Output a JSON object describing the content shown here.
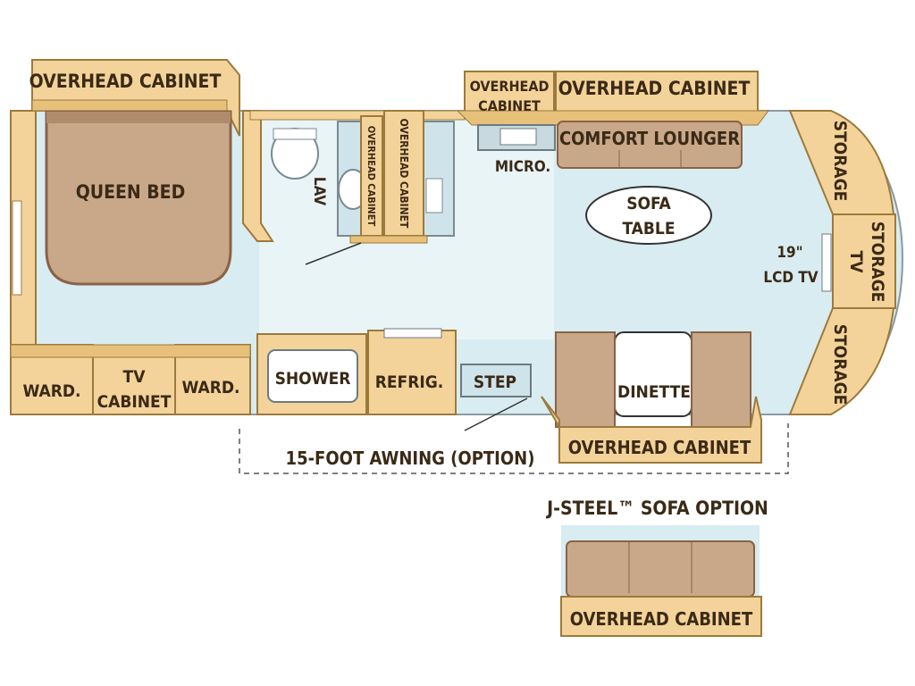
{
  "labels": {
    "overhead_cabinet_rear": "OVERHEAD CABINET",
    "queen_bed": "QUEEN BED",
    "lav": "LAV",
    "overhead_cabinet_bath_1": "OVERHEAD CABINET",
    "overhead_cabinet_bath_2": "OVERHEAD CABINET",
    "overhead_cabinet_small_1": "OVERHEAD",
    "overhead_cabinet_small_2": "CABINET",
    "overhead_cabinet_front": "OVERHEAD CABINET",
    "micro": "MICRO.",
    "comfort_lounger": "COMFORT LOUNGER",
    "sofa_table_1": "SOFA",
    "sofa_table_2": "TABLE",
    "storage_top": "STORAGE",
    "storage_tv_1": "STORAGE",
    "storage_tv_2": "TV",
    "storage_bottom": "STORAGE",
    "lcd_tv_1": "19\"",
    "lcd_tv_2": "LCD TV",
    "ward_left": "WARD.",
    "tv_cabinet_1": "TV",
    "tv_cabinet_2": "CABINET",
    "ward_right": "WARD.",
    "shower": "SHOWER",
    "refrig": "REFRIG.",
    "step": "STEP",
    "dinette": "DINETTE",
    "overhead_cabinet_dinette": "OVERHEAD CABINET",
    "awning": "15-FOOT AWNING (OPTION)",
    "sofa_option": "J-STEEL™ SOFA OPTION",
    "overhead_cabinet_sofa_option": "OVERHEAD CABINET"
  },
  "colors": {
    "floor": "#d8ecf1",
    "cabinet": "#f4d39a",
    "cabinet_edge": "#9c7a3c",
    "furniture": "#c9a88a",
    "furniture_dark": "#8a6245",
    "text": "#3a2a16"
  }
}
